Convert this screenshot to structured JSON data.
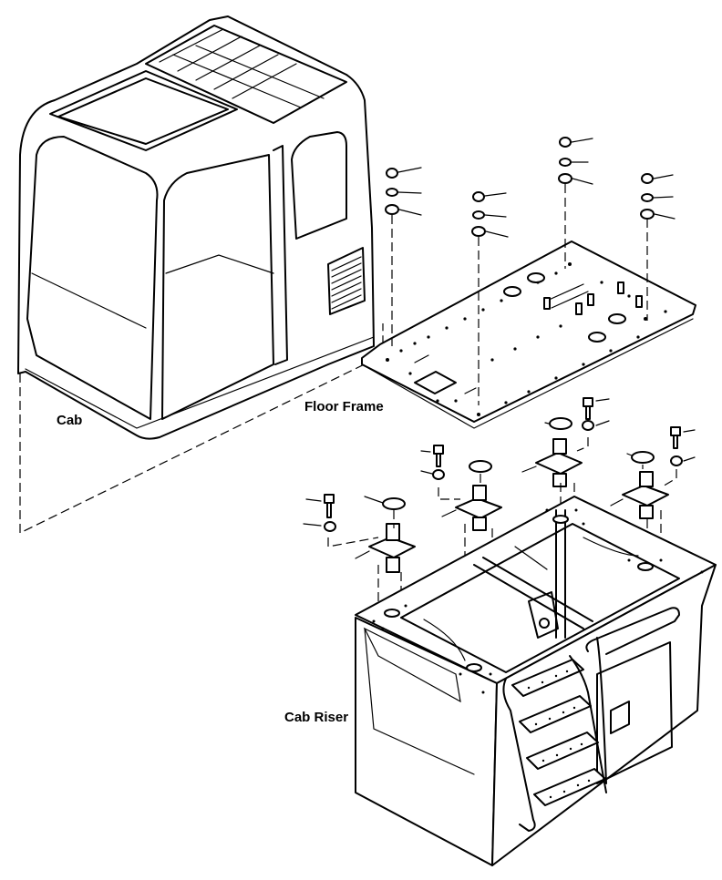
{
  "labels": {
    "cab": "Cab",
    "floor_frame": "Floor Frame",
    "cab_riser": "Cab Riser"
  }
}
